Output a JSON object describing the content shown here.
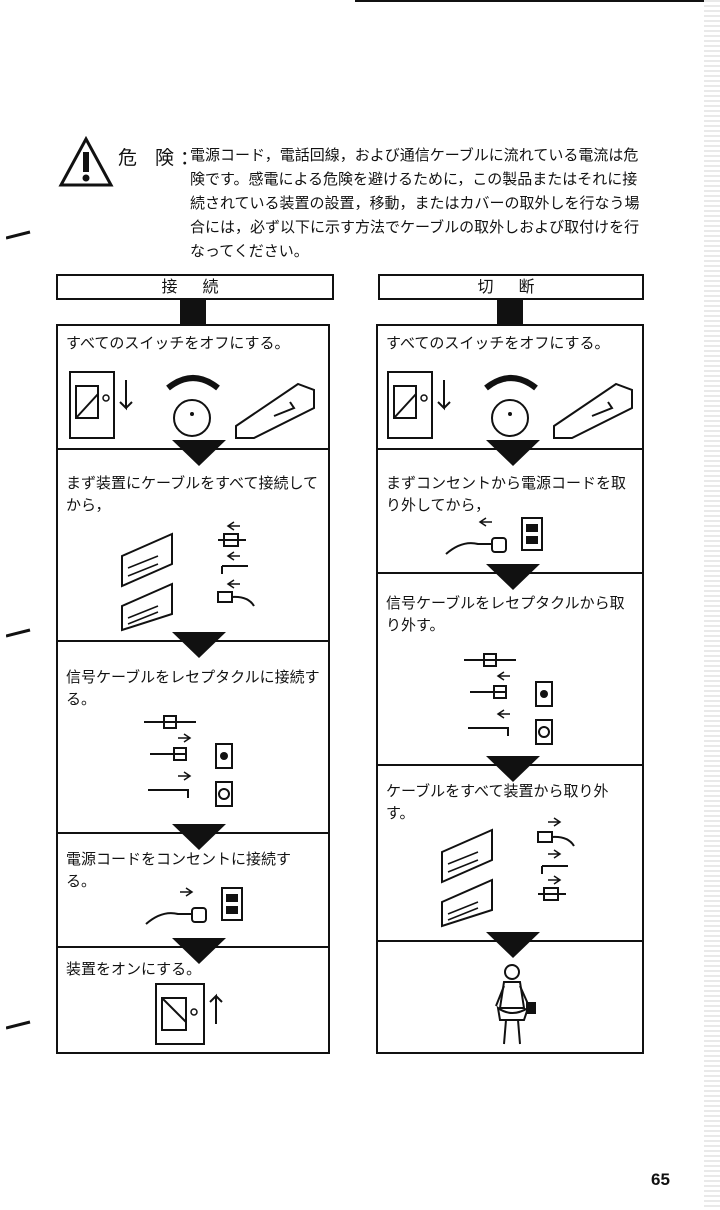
{
  "warning": {
    "label": "危 険：",
    "text": "電源コード，電話回線，および通信ケーブルに流れている電流は危険です。感電による危険を避けるために，この製品またはそれに接続されている装置の設置，移動，またはカバーの取外しを行なう場合には，必ず以下に示す方法でケーブルの取外しおよび取付けを行なってください。"
  },
  "columns": {
    "connect": {
      "header": "接 続",
      "steps": [
        "すべてのスイッチをオフにする。",
        "まず装置にケーブルをすべて接続してから，",
        "信号ケーブルをレセプタクルに接続する。",
        "電源コードをコンセントに接続する。",
        "装置をオンにする。"
      ]
    },
    "disconnect": {
      "header": "切 断",
      "steps": [
        "すべてのスイッチをオフにする。",
        "まずコンセントから電源コードを取り外してから，",
        "信号ケーブルをレセプタクルから取り外す。",
        "ケーブルをすべて装置から取り外す。"
      ]
    }
  },
  "page_number": "65"
}
